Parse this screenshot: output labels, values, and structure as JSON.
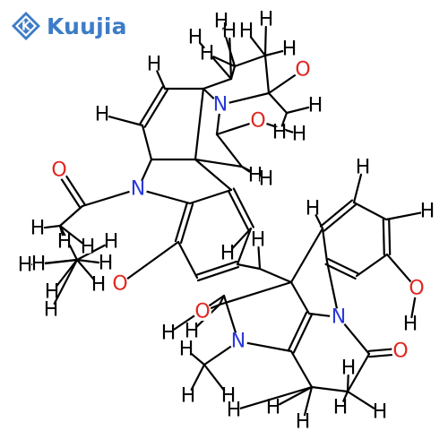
{
  "brand": {
    "name": "Kuujia",
    "logo_letter": "K",
    "color": "#3d7cc7"
  },
  "colors": {
    "H": "#000000",
    "N": "#2a39d9",
    "O": "#e0261f",
    "bond": "#000000"
  },
  "atoms": [
    {
      "id": "h1",
      "el": "H"
    },
    {
      "id": "h2",
      "el": "H"
    },
    {
      "id": "h3",
      "el": "H"
    },
    {
      "id": "h4",
      "el": "H"
    },
    {
      "id": "h5",
      "el": "H"
    },
    {
      "id": "h6",
      "el": "H"
    },
    {
      "id": "h7",
      "el": "H"
    },
    {
      "id": "h8",
      "el": "H"
    },
    {
      "id": "h9",
      "el": "H"
    },
    {
      "id": "h10",
      "el": "H"
    },
    {
      "id": "h11",
      "el": "H"
    },
    {
      "id": "h12",
      "el": "H"
    },
    {
      "id": "h13",
      "el": "H"
    },
    {
      "id": "h14",
      "el": "H"
    },
    {
      "id": "h15",
      "el": "H"
    },
    {
      "id": "h16",
      "el": "H"
    },
    {
      "id": "h17",
      "el": "H"
    },
    {
      "id": "h18",
      "el": "H"
    },
    {
      "id": "h19",
      "el": "H"
    },
    {
      "id": "h20",
      "el": "H"
    },
    {
      "id": "h21",
      "el": "H"
    },
    {
      "id": "h22",
      "el": "H"
    },
    {
      "id": "h23",
      "el": "H"
    },
    {
      "id": "h24",
      "el": "H"
    },
    {
      "id": "h25",
      "el": "H"
    },
    {
      "id": "h26",
      "el": "H"
    },
    {
      "id": "h27",
      "el": "H"
    },
    {
      "id": "h28",
      "el": "H"
    },
    {
      "id": "h29",
      "el": "H"
    },
    {
      "id": "h30",
      "el": "H"
    },
    {
      "id": "h31",
      "el": "H"
    },
    {
      "id": "h32",
      "el": "H"
    },
    {
      "id": "h33",
      "el": "H"
    },
    {
      "id": "h34",
      "el": "H"
    },
    {
      "id": "h35",
      "el": "H"
    },
    {
      "id": "h36",
      "el": "H"
    },
    {
      "id": "h37",
      "el": "H"
    },
    {
      "id": "h38",
      "el": "H"
    },
    {
      "id": "h39",
      "el": "H"
    },
    {
      "id": "h40",
      "el": "H"
    },
    {
      "id": "h41",
      "el": "H"
    },
    {
      "id": "n1",
      "el": "N"
    },
    {
      "id": "n2",
      "el": "N"
    },
    {
      "id": "n3",
      "el": "N"
    },
    {
      "id": "n4",
      "el": "N"
    },
    {
      "id": "o1",
      "el": "O"
    },
    {
      "id": "o2",
      "el": "O"
    },
    {
      "id": "o3",
      "el": "O"
    },
    {
      "id": "o4",
      "el": "O"
    },
    {
      "id": "o5",
      "el": "O"
    },
    {
      "id": "o6",
      "el": "O"
    },
    {
      "id": "o7",
      "el": "O"
    }
  ]
}
